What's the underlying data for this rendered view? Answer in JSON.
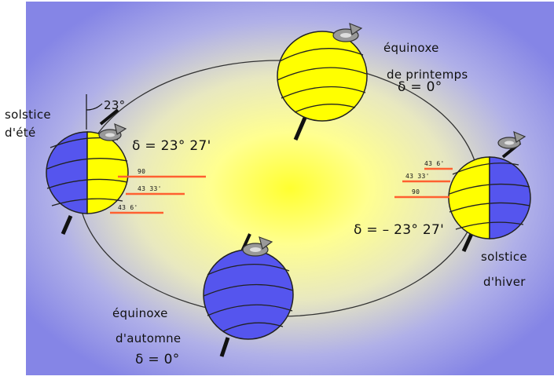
{
  "diagram": {
    "tilt_angle": "23°",
    "summer": {
      "label_1": "solstice",
      "label_2": "d'été",
      "declination": "δ = 23° 27'",
      "lat_top": "90",
      "lat_mid": "43 33'",
      "lat_bot": "43 6'"
    },
    "spring": {
      "label_1": "équinoxe",
      "label_2": "de printemps",
      "declination": "δ = 0°"
    },
    "winter": {
      "label_1": "solstice",
      "label_2": "d'hiver",
      "declination": "δ = – 23° 27'",
      "lat_top": "43 6'",
      "lat_mid": "43 33'",
      "lat_bot": "90"
    },
    "autumn": {
      "label_1": "équinoxe",
      "label_2": "d'automne",
      "declination": "δ = 0°"
    }
  },
  "colors": {
    "day": "#ffff00",
    "night": "#5555ee",
    "rays": "#ff6030",
    "background": "#8f8fe8"
  }
}
